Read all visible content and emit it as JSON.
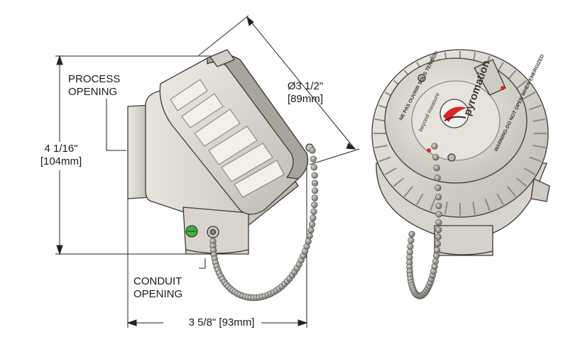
{
  "dimensions": {
    "height_imperial": "4 1/16\"",
    "height_metric": "[104mm]",
    "diameter_imperial": "Ø3 1/2\"",
    "diameter_metric": "[89mm]",
    "width": "3 5/8\" [93mm]"
  },
  "callouts": {
    "process_line1": "PROCESS",
    "process_line2": "OPENING",
    "conduit_line1": "CONDUIT",
    "conduit_line2": "OPENING"
  },
  "cap": {
    "brand": "pyromation",
    "tagline": "beyond measure",
    "warning_fr": "NE PAS OUVRIR SOUS TENSION",
    "warning_en": "WARNING-DO NOT OPEN WHEN ENERGIZED"
  },
  "colors": {
    "metal_light": "#eae7e1",
    "metal_mid": "#cbc7bf",
    "metal_dark": "#8d8a84",
    "outline": "#3a3936",
    "dimension_line": "#222222",
    "logo_red": "#d8262c",
    "ground_screw": "#3cb53c"
  }
}
